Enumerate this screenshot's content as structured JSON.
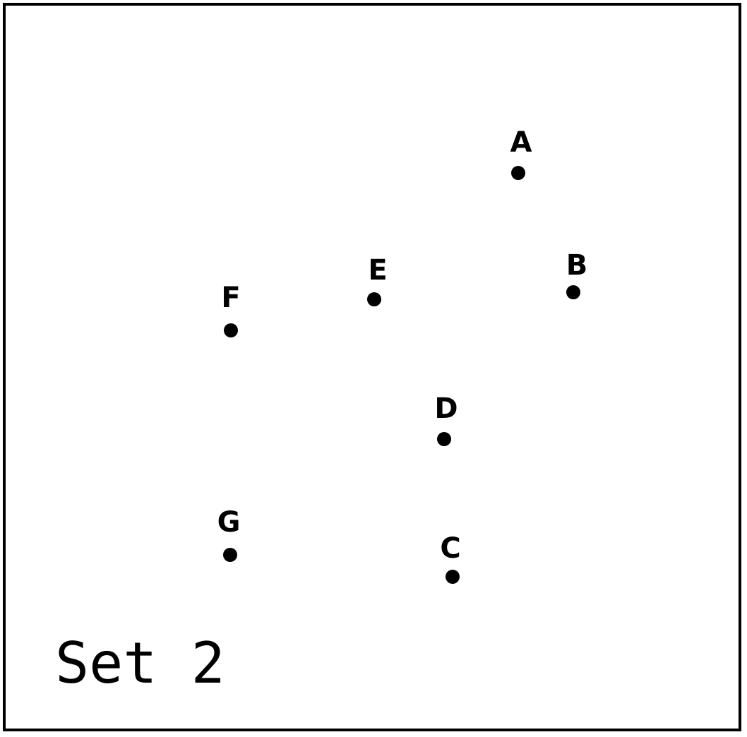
{
  "title": "Set 2",
  "points": [
    {
      "label": "A"
    },
    {
      "label": "B"
    },
    {
      "label": "C"
    },
    {
      "label": "D"
    },
    {
      "label": "E"
    },
    {
      "label": "F"
    },
    {
      "label": "G"
    }
  ],
  "colors": {
    "ink": "#000000",
    "background": "#ffffff"
  }
}
